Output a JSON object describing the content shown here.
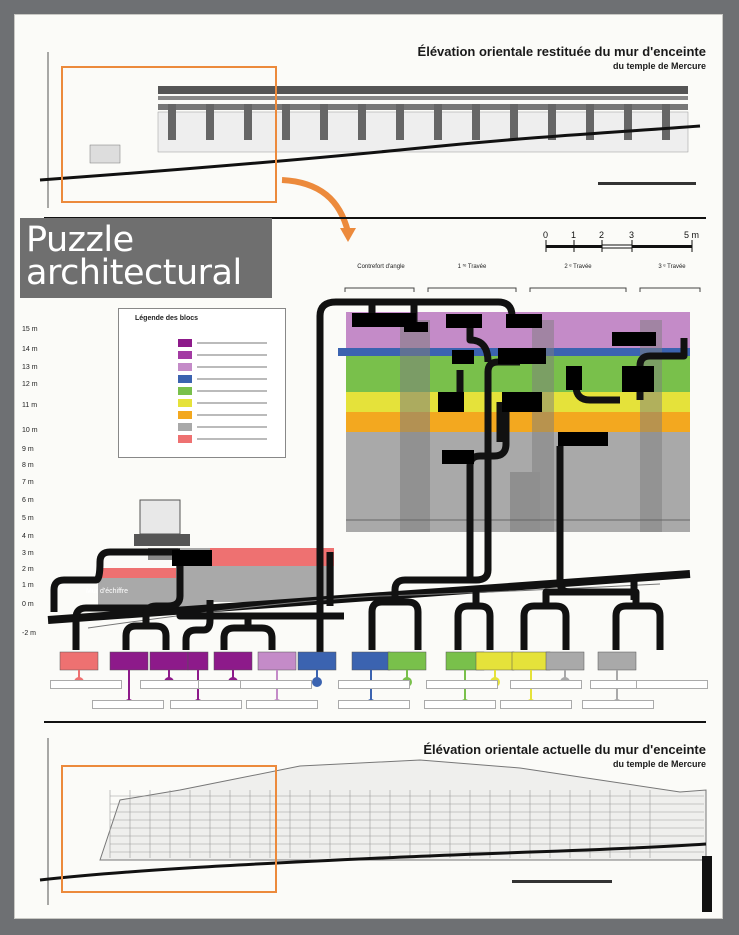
{
  "top_section": {
    "title_line1": "Élévation orientale restituée du mur d'enceinte",
    "title_line2": "du temple de Mercure"
  },
  "puzzle": {
    "line1": "Puzzle",
    "line2": "architectural"
  },
  "scale_bar": {
    "labels": [
      "0",
      "1",
      "2",
      "3",
      "5 m"
    ]
  },
  "bays": [
    "Contrefort d'angle",
    "1 ʳᵉ Travée",
    "2 ᵉ Travée",
    "3 ᵉ Travée"
  ],
  "legend": {
    "title": "Légende des blocs",
    "colors": [
      "#8d1a8a",
      "#a33ba3",
      "#c48bc8",
      "#3b63b0",
      "#79c04b",
      "#e5e23a",
      "#f3a81f",
      "#a9a9a9",
      "#ee7171"
    ]
  },
  "y_axis": [
    "15 m",
    "14 m",
    "13 m",
    "12 m",
    "11 m",
    "10 m",
    "9 m",
    "8 m",
    "7 m",
    "6 m",
    "5 m",
    "4 m",
    "3 m",
    "2 m",
    "1 m",
    "0 m",
    "-2 m"
  ],
  "wall_label": "Mur d'échiffre",
  "bottom_section": {
    "title_line1": "Élévation orientale actuelle du mur d'enceinte",
    "title_line2": "du temple de Mercure"
  },
  "colors": {
    "orange_frame": "#ec8a3c",
    "purple": "#c48bc8",
    "dark_purple": "#8d1a8a",
    "blue": "#3b63b0",
    "green": "#79c04b",
    "yellow": "#e5e23a",
    "orange_band": "#f3a81f",
    "grey": "#a9a9a9",
    "pink": "#ee7171"
  },
  "bottom_blocks": [
    {
      "color": "#ee7171"
    },
    {
      "color": "#8d1a8a"
    },
    {
      "color": "#8d1a8a"
    },
    {
      "color": "#8d1a8a"
    },
    {
      "color": "#8d1a8a"
    },
    {
      "color": "#c48bc8"
    },
    {
      "color": "#3b63b0"
    },
    {
      "color": "#3b63b0"
    },
    {
      "color": "#79c04b"
    },
    {
      "color": "#79c04b"
    },
    {
      "color": "#e5e23a"
    },
    {
      "color": "#e5e23a"
    },
    {
      "color": "#a9a9a9"
    },
    {
      "color": "#a9a9a9"
    }
  ]
}
